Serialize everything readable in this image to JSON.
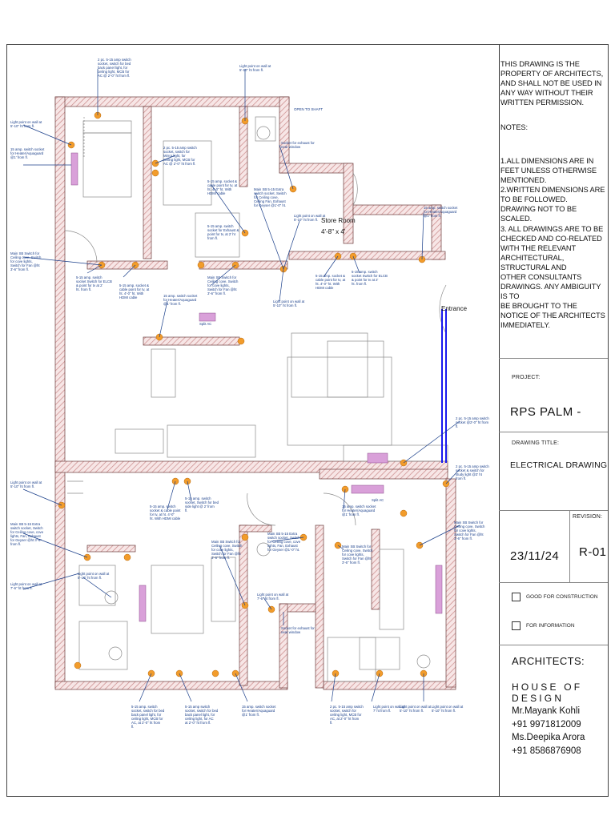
{
  "title_block": {
    "disclaimer": "THIS DRAWING IS THE PROPERTY OF ARCHITECTS, AND SHALL NOT BE USED IN ANY WAY WITHOUT THEIR WRITTEN PERMISSION.",
    "notes_heading": "NOTES:",
    "notes": "1.ALL DIMENSIONS ARE IN FEET UNLESS OTHERWISE\nMENTIONED.\n2.WRITTEN DIMENSIONS ARE TO BE FOLLOWED.\nDRAWING NOT TO BE SCALED.\n3. ALL DRAWINGS ARE TO BE CHECKED AND CO-RELATED\nWITH THE RELEVANT ARCHITECTURAL, STRUCTURAL AND\nOTHER CONSULTANTS DRAWINGS. ANY AMBIGUITY IS TO\nBE BROUGHT TO THE NOTICE OF THE ARCHITECTS\nIMMEDIATELY.",
    "project_label": "PROJECT:",
    "project_name": "RPS PALM -",
    "drawing_title_label": "DRAWING TITLE:",
    "drawing_title": "ELECTRICAL DRAWING",
    "revision_label": "REVISION:",
    "date": "23/11/24",
    "revision": "R-01",
    "check_construction": "GOOD FOR CONSTRUCTION",
    "check_information": "FOR INFORMATION",
    "architects_label": "ARCHITECTS:",
    "firm": "HOUSE OF DESIGN",
    "contact_1_name": "Mr.Mayank Kohli",
    "contact_1_phone": "+91 9971812009",
    "contact_2_name": "Ms.Deepika Arora",
    "contact_2_phone": "+91 8586876908"
  },
  "plan": {
    "store_room_label": "Store Room",
    "store_room_size": "4'-8\" x 4'",
    "entrance_label": "Entrance",
    "shaft_label": "OPEN\nTO\nSHAFT",
    "annotations": [
      "2 pc. 5-15 amp switch socket, switch for bed back panel light, for ceiling light, MCB for AC @ 2'-0\" ht from fl.",
      "Light point on wall at 5'-10\" ht from fl.",
      "Light point on wall at 5'-10\" ht from fl.",
      "15 amp. switch socket for Heater/Aquaguard @1' from fl.",
      "2 pc. 5-15 amp switch socket, switch for Mirror light, for ceiling light, MCB for AC @ 2'-0\" ht from fl.",
      "Socket for exhaust for near window",
      "5-15 amp. socket & cable point for tv, at ht. 4'-0\" ht. With HDMI cable",
      "Main SB 5-15 Extra switch socket, Switch for Ceiling cove, Ceiling Fan, Exhaust for Geyser @1'-0\" ht.",
      "5-15 amp. switch socket for Exhaust & point for tv, at 2' ht from fl.",
      "Light point on wall at 5'-10\" ht from fl.",
      "15 amp. switch socket for Heater/Aquaguard @1' from fl.",
      "Main SB Switch for Ceiling cove, Switch for cove lights, Switch for Fan @ht 3'-6\" from fl.",
      "5-15 amp. switch socket Switch for ELCB & point for tv at 2' ht. from fl.",
      "5-15 amp. socket & cable point for tv, at ht. 4'-0\" ht. With HDMI cable",
      "15 amp. switch socket for Heater/Aquaguard @1' from fl.",
      "Main SB Switch for Ceiling cove, Switch for cove lights, Switch for Fan @ht 3'-6\" from fl.",
      "5-15 amp. socket & cable point for tv, at ht. 4'-0\" ht. With HDMI cable",
      "5-15 amp. switch socket Switch for ELCB & point for tv at 2' ht. from fl.",
      "Light point on wall at 5'-10\" ht from fl.",
      "2 pc. 5-15 amp switch socket @2'-0\" ht from fl.",
      "2 pc. 5-15 amp switch socket & switch for study light @3' ht from fl.",
      "Light point on wall at 5'-10\" ht from fl.",
      "Main SB 5-15 Extra switch socket, Switch for Ceiling cove, cove lights, Fan, Exhaust for Geyser @ht 3'-6\" from fl.",
      "Light point on wall at 5'-10\" ht from fl.",
      "Light point on wall at 7'-6\" ht from fl.",
      "5-15 amp. switch socket & cable point for tv, at ht. 4'-0\" ht. With HDMI cable",
      "5-15 amp. switch socket, Switch for bed side light @ 2' from fl.",
      "Main SB Switch for Ceiling cove, Switch for cove lights, Switch for Fan @ht 3'-6\" from fl.",
      "Main SB 5-15 Extra switch socket, Switch for Ceiling cove, cove lights, Fan, Exhaust for Geyser @1'-0\" ht.",
      "15 amp. switch socket for Heater/Aquaguard @1' from fl.",
      "Main SB Switch for Ceiling cove, Switch for cove lights, Switch for Fan @ht 3'-6\" from fl.",
      "Main SB Switch for Ceiling cove, Switch for cove lights, Switch for Fan @ht 3'-6\" from fl.",
      "Light point on wall at 7'-6\" ht from fl.",
      "Socket for exhaust for near window",
      "5-15 amp. switch socket, switch for bed back panel light, for ceiling light, MCB for AC, at 2'-0\" ht from fl.",
      "5-15 amp switch socket, switch for bed back panel light, for ceiling light, for AC at 2'-0\" ht from fl.",
      "15 amp. switch socket for Heater/Aquaguard @1' from fl.",
      "2 pc. 5-15 amp switch socket, switch for ceiling light, MCB for AC, at 2'-0\" ht from fl.",
      "Light point on wall at 7' ht from fl.",
      "Light point on wall at 5'-10\" ht from fl.",
      "Light point on wall at 5'-10\" ht from fl."
    ],
    "split_ac_label": "Split AC"
  }
}
